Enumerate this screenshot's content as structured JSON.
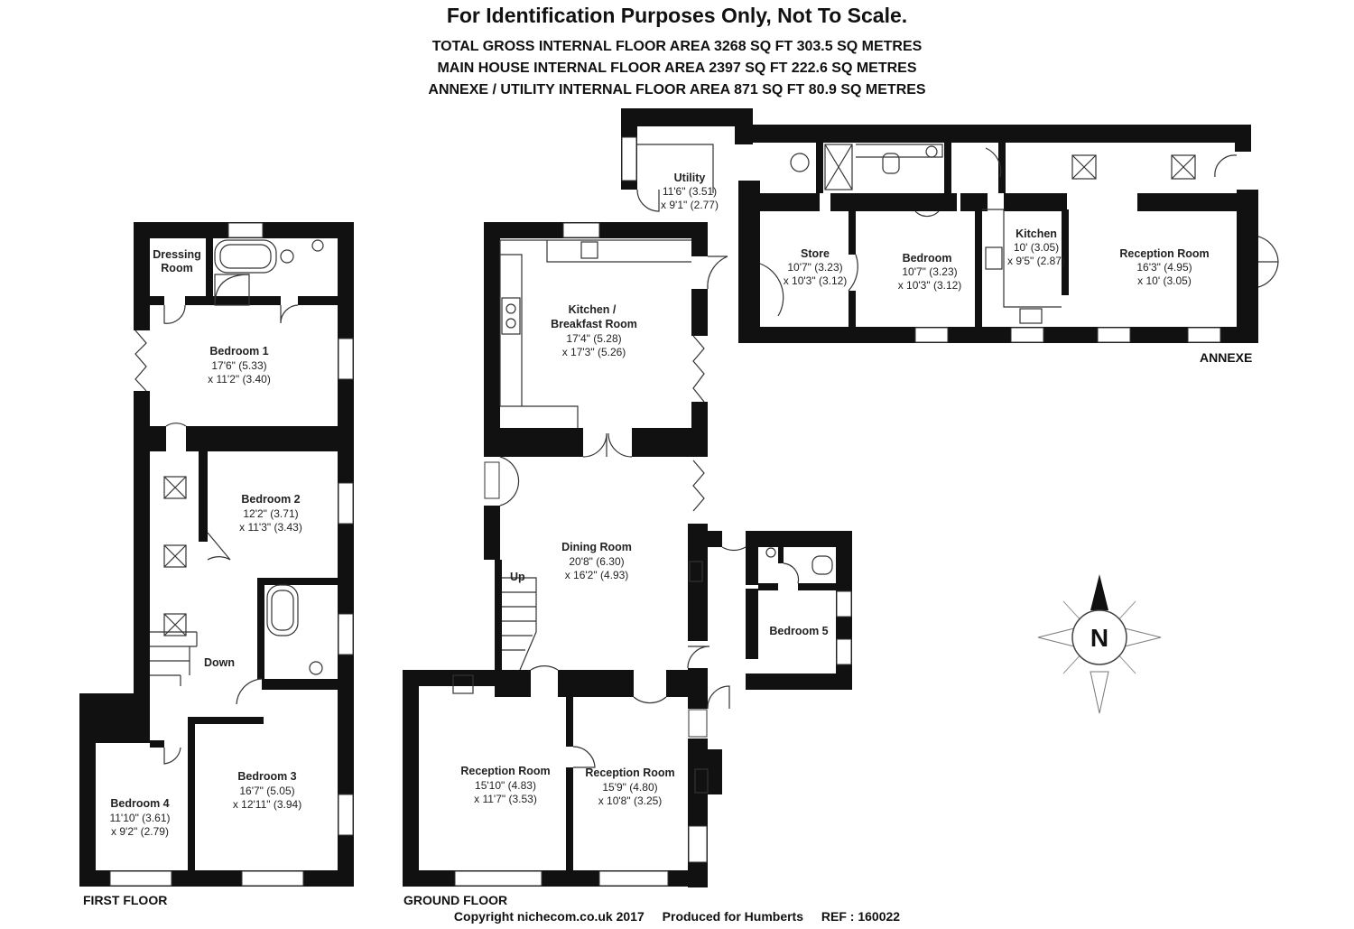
{
  "header": {
    "title": "For Identification Purposes Only, Not To Scale.",
    "lines": [
      "TOTAL GROSS INTERNAL FLOOR AREA 3268 SQ FT 303.5 SQ METRES",
      "MAIN HOUSE INTERNAL FLOOR AREA 2397 SQ FT 222.6 SQ METRES",
      "ANNEXE / UTILITY  INTERNAL FLOOR AREA 871 SQ FT 80.9 SQ METRES"
    ]
  },
  "floors": {
    "first": "FIRST FLOOR",
    "ground": "GROUND FLOOR",
    "annexe": "ANNEXE"
  },
  "rooms": {
    "dressing": {
      "name1": "Dressing",
      "name2": "Room"
    },
    "bedroom1": {
      "name": "Bedroom 1",
      "dim1": "17'6\" (5.33)",
      "dim2": "x 11'2\" (3.40)"
    },
    "bedroom2": {
      "name": "Bedroom 2",
      "dim1": "12'2\" (3.71)",
      "dim2": "x 11'3\" (3.43)"
    },
    "bedroom3": {
      "name": "Bedroom 3",
      "dim1": "16'7\" (5.05)",
      "dim2": "x 12'11\" (3.94)"
    },
    "bedroom4": {
      "name": "Bedroom 4",
      "dim1": "11'10\" (3.61)",
      "dim2": "x 9'2\" (2.79)"
    },
    "bedroom5": {
      "name": "Bedroom 5"
    },
    "kitchen_breakfast": {
      "name1": "Kitchen /",
      "name2": "Breakfast Room",
      "dim1": "17'4\" (5.28)",
      "dim2": "x 17'3\" (5.26)"
    },
    "dining": {
      "name": "Dining Room",
      "dim1": "20'8\" (6.30)",
      "dim2": "x 16'2\" (4.93)"
    },
    "reception_a": {
      "name": "Reception Room",
      "dim1": "15'10\" (4.83)",
      "dim2": "x 11'7\" (3.53)"
    },
    "reception_b": {
      "name": "Reception Room",
      "dim1": "15'9\" (4.80)",
      "dim2": "x 10'8\" (3.25)"
    },
    "utility": {
      "name": "Utility",
      "dim1": "11'6\" (3.51)",
      "dim2": "x 9'1\" (2.77)"
    },
    "store": {
      "name": "Store",
      "dim1": "10'7\" (3.23)",
      "dim2": "x 10'3\" (3.12)"
    },
    "annexe_bedroom": {
      "name": "Bedroom",
      "dim1": "10'7\" (3.23)",
      "dim2": "x 10'3\" (3.12)"
    },
    "annexe_kitchen": {
      "name": "Kitchen",
      "dim1": "10' (3.05)",
      "dim2": "x 9'5\" (2.87)"
    },
    "annexe_reception": {
      "name": "Reception Room",
      "dim1": "16'3\" (4.95)",
      "dim2": "x 10' (3.05)"
    }
  },
  "stairs": {
    "down": "Down",
    "up": "Up"
  },
  "compass": {
    "letter": "N"
  },
  "footer": {
    "copyright": "Copyright nichecom.co.uk 2017",
    "produced": "Produced for Humberts",
    "ref": "REF : 160022"
  },
  "colors": {
    "wall": "#111111",
    "line": "#333333",
    "window": "#ffffff"
  }
}
